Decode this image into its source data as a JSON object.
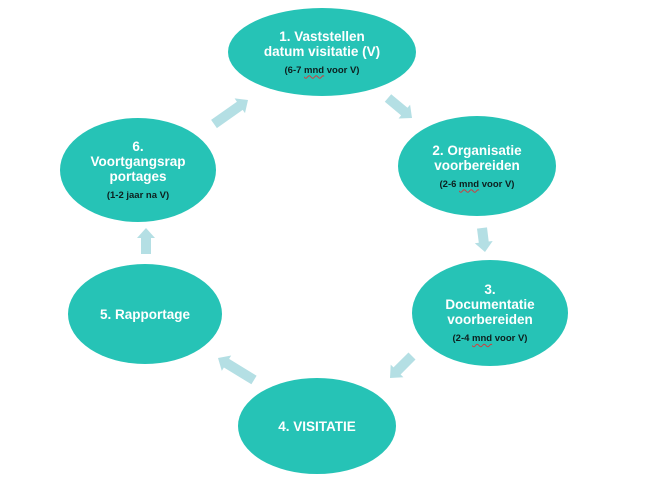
{
  "colors": {
    "node_fill": "#26c3b6",
    "node_text": "#ffffff",
    "sub_text": "#0d1f1e",
    "arrow": "#b4dfe4"
  },
  "steps": [
    {
      "title": [
        "1. Vaststellen",
        "datum visitatie (V)"
      ],
      "sub_a": "(6-7",
      "sub_mnd": "mnd",
      "sub_b": "voor V)"
    },
    {
      "title": [
        "2. Organisatie",
        "voorbereiden"
      ],
      "sub_a": "(2-6",
      "sub_mnd": "mnd",
      "sub_b": "voor V)"
    },
    {
      "title": [
        "3.",
        "Documentatie",
        "voorbereiden"
      ],
      "sub_a": "(2-4",
      "sub_mnd": "mnd",
      "sub_b": "voor V)"
    },
    {
      "title": [
        "4. VISITATIE"
      ]
    },
    {
      "title": [
        "5. Rapportage"
      ]
    },
    {
      "title": [
        "6.",
        "Voortgangsrap",
        "portages"
      ],
      "sub_a": "(1-2 jaar na V)"
    }
  ]
}
